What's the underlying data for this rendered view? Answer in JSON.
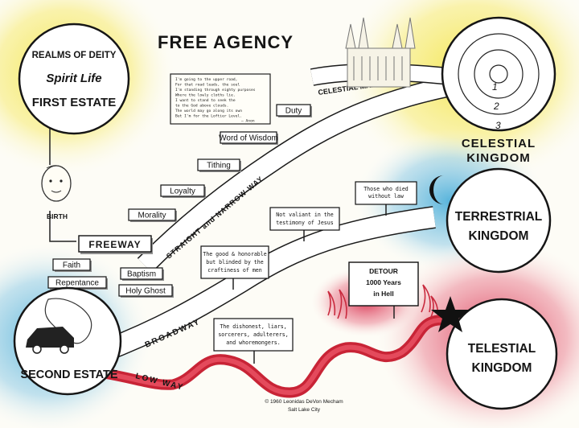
{
  "title": "FREE AGENCY",
  "realms": {
    "line1": "REALMS OF DEITY",
    "line2": "Spirit Life",
    "line3": "FIRST ESTATE"
  },
  "birth_label": "BIRTH",
  "poem_lines": [
    "I'm going to the upper road,",
    "For that road leads, the soul",
    "I'm standing through eighty purposes",
    "Where the lowly cloths lie.",
    "I want to stand to seek the",
    "to the God above clouds.",
    "The world may go along its own",
    "But I'm for the Loftier Level."
  ],
  "poem_author": "— Anon",
  "steps": {
    "duty": "Duty",
    "word_of_wisdom": "Word of Wisdom",
    "tithing": "Tithing",
    "loyalty": "Loyalty",
    "morality": "Morality",
    "freeway": "FREEWAY",
    "faith": "Faith",
    "repentance": "Repentance",
    "baptism": "Baptism",
    "holy_ghost": "Holy Ghost"
  },
  "roads": {
    "celestial_marriage": "CELESTIAL MARRIAGE",
    "straight_narrow": "STRAIGHT and NARROW-WAY",
    "broadway": "BROADWAY",
    "low_way": "LOW WAY"
  },
  "signs": {
    "without_law": [
      "Those who died",
      "without law"
    ],
    "not_valiant": [
      "Not valiant in the",
      "testimony of Jesus"
    ],
    "good_honorable": [
      "The good & honorable",
      "but blinded by the",
      "craftiness of men"
    ],
    "detour": [
      "DETOUR",
      "1000 Years",
      "in Hell"
    ],
    "dishonest": [
      "The dishonest, liars,",
      "sorcerers, adulterers,",
      "and whoremongers."
    ]
  },
  "degrees": [
    "1",
    "2",
    "3"
  ],
  "kingdoms": {
    "celestial": [
      "CELESTIAL",
      "KINGDOM"
    ],
    "terrestrial": [
      "TERRESTRIAL",
      "KINGDOM"
    ],
    "telestial": [
      "TELESTIAL",
      "KINGDOM"
    ]
  },
  "second_estate": "SECOND ESTATE",
  "copyright": [
    "© 1960 Leonidas DeVon Mecham",
    "Salt Lake City"
  ],
  "colors": {
    "yellow": "#f2e64e",
    "blue": "#5fb8dc",
    "red": "#d6314a",
    "ink": "#151515",
    "sign_shadow": "#8f8f8f"
  }
}
